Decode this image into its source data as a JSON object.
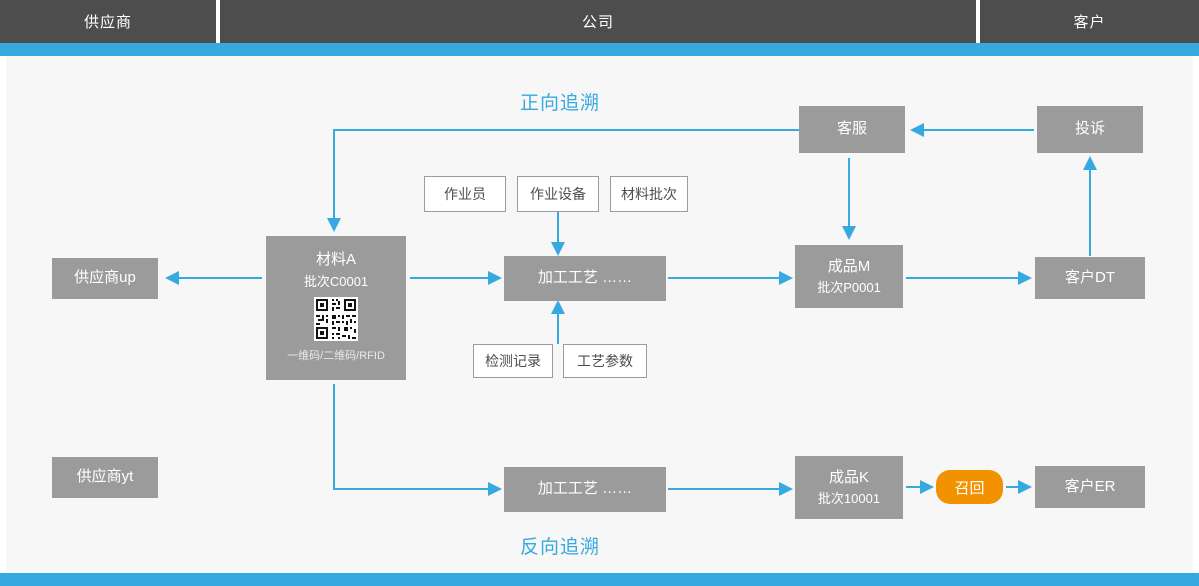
{
  "header": {
    "columns": [
      {
        "label": "供应商"
      },
      {
        "label": "公司"
      },
      {
        "label": "客户"
      }
    ]
  },
  "labels": {
    "forward": "正向追溯",
    "backward": "反向追溯"
  },
  "colors": {
    "header_bg": "#4d4d4d",
    "accent_blue": "#36a9e1",
    "node_gray": "#9b9b9b",
    "recall_orange": "#f39200",
    "page_bg": "#f7f7f7"
  },
  "nodes": {
    "supplier_up": {
      "label": "供应商up"
    },
    "supplier_yt": {
      "label": "供应商yt"
    },
    "material_a": {
      "title": "材料A",
      "batch": "批次C0001",
      "code_types": "一维码/二维码/RFID",
      "qr_name": "qr-code-icon"
    },
    "process_top": {
      "label": "加工工艺  ……"
    },
    "process_bottom": {
      "label": "加工工艺  ……"
    },
    "product_m": {
      "title": "成品M",
      "batch": "批次P0001"
    },
    "product_k": {
      "title": "成品K",
      "batch": "批次10001"
    },
    "customer_service": {
      "label": "客服"
    },
    "complaint": {
      "label": "投诉"
    },
    "customer_dt": {
      "label": "客户DT"
    },
    "customer_er": {
      "label": "客户ER"
    },
    "recall": {
      "label": "召回"
    }
  },
  "attributes": {
    "operator": "作业员",
    "equipment": "作业设备",
    "material_batch": "材料批次",
    "inspection_record": "检测记录",
    "process_parameter": "工艺参数"
  }
}
